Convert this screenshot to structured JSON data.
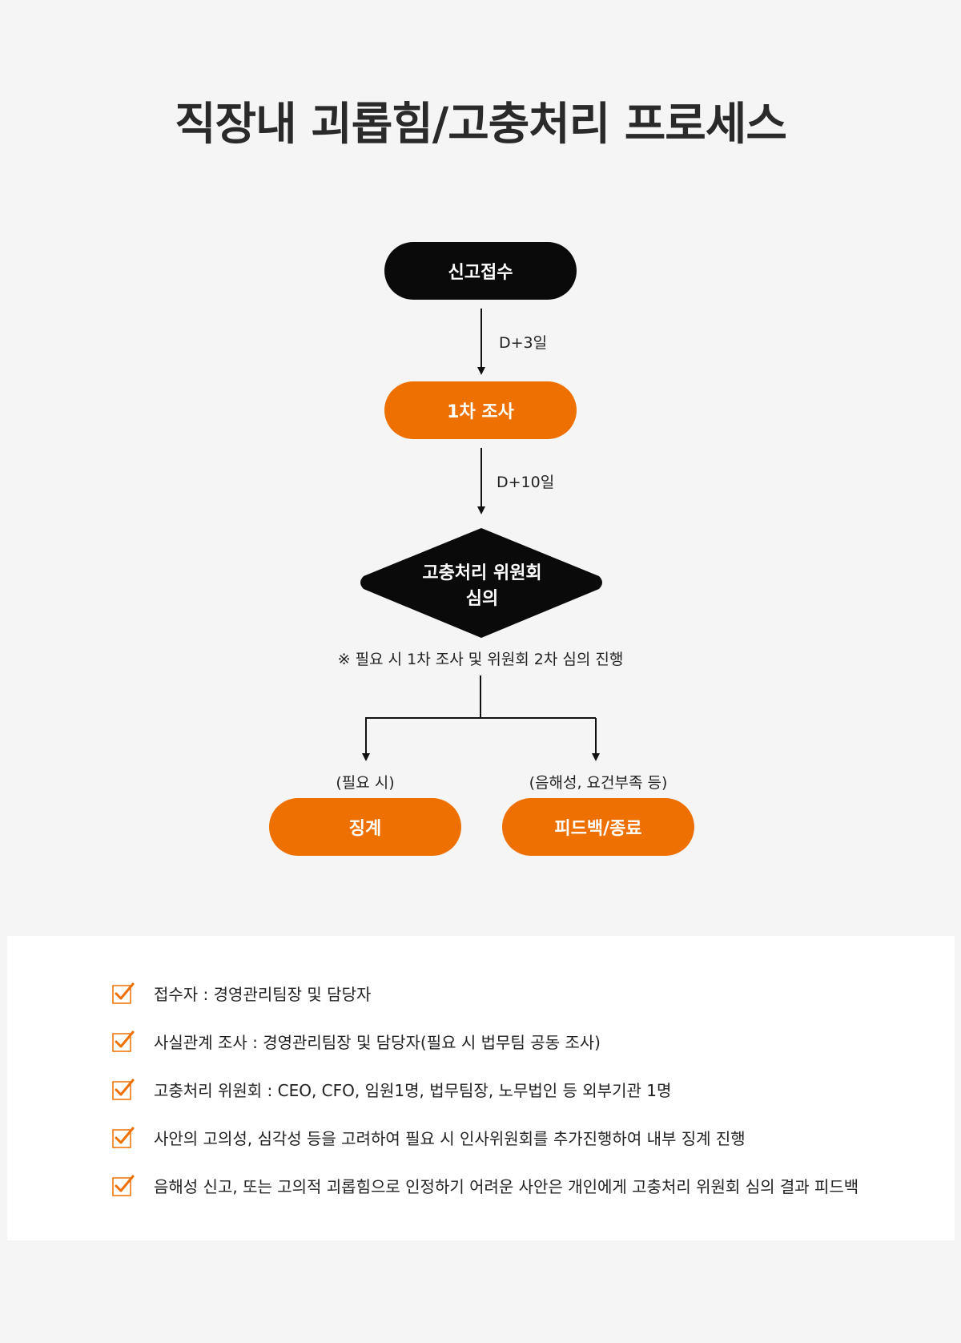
{
  "title": "직장내 괴롭힘/고충처리 프로세스",
  "flow": {
    "step1": "신고접수",
    "arrow1_label": "D+3일",
    "step2": "1차 조사",
    "arrow2_label": "D+10일",
    "decision_line1": "고충처리 위원회",
    "decision_line2": "심의",
    "decision_note": "※ 필요 시 1차 조사 및 위원회 2차 심의 진행",
    "left_condition": "(필요 시)",
    "left_outcome": "징계",
    "right_condition": "(음해성, 요건부족 등)",
    "right_outcome": "피드백/종료"
  },
  "notes": [
    "접수자 : 경영관리팀장 및 담당자",
    "사실관계 조사 : 경영관리팀장 및 담당자(필요 시 법무팀 공동 조사)",
    "고충처리 위원회 : CEO, CFO, 임원1명, 법무팀장, 노무법인 등 외부기관 1명",
    "사안의 고의성, 심각성 등을 고려하여 필요 시 인사위원회를 추가진행하여 내부 징계 진행",
    "음해성 신고, 또는 고의적 괴롭힘으로 인정하기 어려운 사안은 개인에게 고충처리 위원회 심의 결과 피드백"
  ],
  "colors": {
    "accent": "#ee7000",
    "dark": "#0a0a0a",
    "background": "#f5f5f5",
    "panel": "#ffffff"
  },
  "icons": {
    "note_marker": "checkbox-check-icon"
  }
}
